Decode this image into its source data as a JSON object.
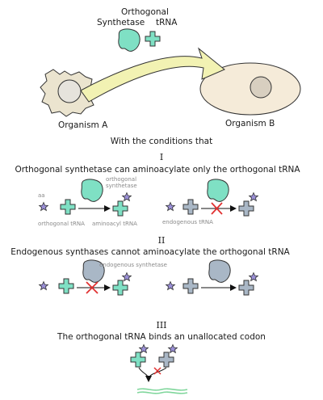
{
  "header": {
    "synthetase_label_line1": "Orthogonal",
    "synthetase_label_line2": "Synthetase",
    "trna_label": "tRNA"
  },
  "organisms": {
    "a": "Organism A",
    "b": "Organism B"
  },
  "conditions_intro": "With the conditions that",
  "sections": [
    {
      "numeral": "I",
      "title": "Orthogonal synthetase can aminoacylate only the orthogonal tRNA",
      "labels": {
        "aa": "aa",
        "orthogonal_trna": "orthogonal tRNA",
        "synthetase_line1": "orthogonal",
        "synthetase_line2": "synthetase",
        "aminoacyl_trna": "aminoacyl tRNA",
        "endogenous_trna": "endogenous tRNA"
      }
    },
    {
      "numeral": "II",
      "title": "Endogenous synthases cannot aminoacylate the orthogonal tRNA",
      "labels": {
        "endogenous_synthetase": "endogenous synthetase"
      }
    },
    {
      "numeral": "III",
      "title": "The orthogonal tRNA binds an unallocated codon"
    }
  ],
  "colors": {
    "orthogonal": "#7fe0c4",
    "endogenous": "#a9b7c6",
    "amino_acid": "#9a8fd6",
    "cell_a": "#ebe4cf",
    "cell_b": "#f5ebd9",
    "nucleus": "#d8cfc0",
    "arrow": "#f2f2b3",
    "block": "#e03030",
    "mrna": "#7fd69b"
  }
}
